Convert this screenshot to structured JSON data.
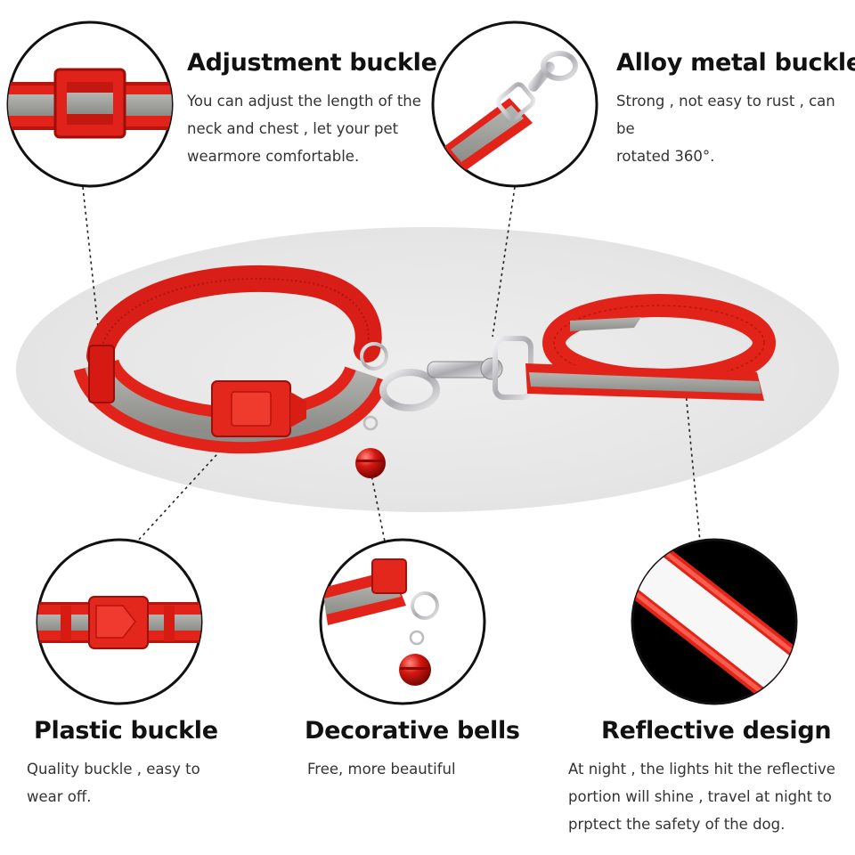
{
  "callouts": {
    "adjustment": {
      "title": "Adjustment buckle",
      "text": "You can adjust the length of the\nneck and chest , let your pet\nwearmore comfortable."
    },
    "alloy": {
      "title": "Alloy metal buckle",
      "text": "Strong , not easy to rust , can be\nrotated 360°."
    },
    "plastic": {
      "title": "Plastic buckle",
      "text": "Quality buckle , easy to\nwear off."
    },
    "bells": {
      "title": "Decorative bells",
      "text": "Free, more beautiful"
    },
    "reflective": {
      "title": "Reflective design",
      "text": "At night , the lights hit the reflective\nportion will shine , travel at night to\nprptect the safety of the dog."
    }
  },
  "colors": {
    "strap_red": "#e2231a",
    "strap_dark": "#a50f0a",
    "reflective_gray": "#9a9a96",
    "metal": "#c8c8cc",
    "platform": "#e6e6e6"
  }
}
